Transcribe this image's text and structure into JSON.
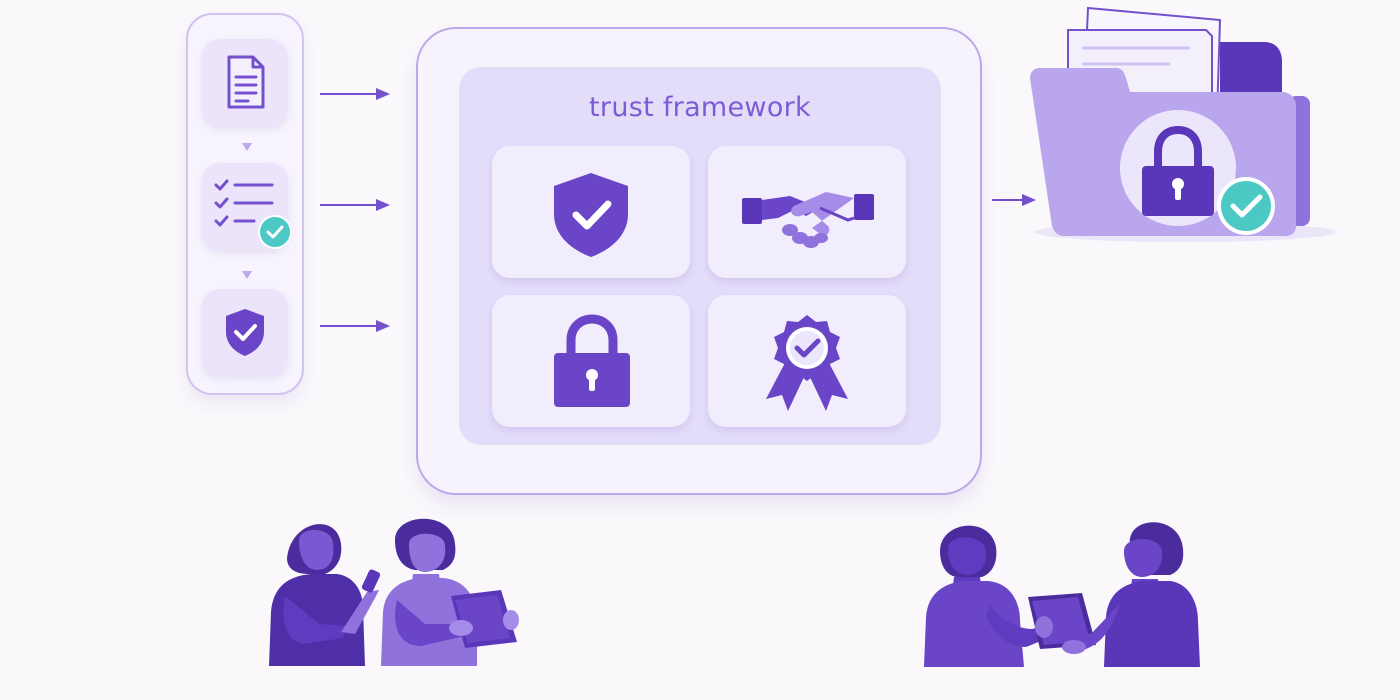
{
  "framework": {
    "title": "trust framework"
  },
  "pipeline": {
    "steps": [
      {
        "icon": "document-icon"
      },
      {
        "icon": "checklist-icon",
        "badge": "check-badge-icon"
      },
      {
        "icon": "shield-check-icon"
      }
    ]
  },
  "framework_tiles": [
    {
      "icon": "shield-check-icon"
    },
    {
      "icon": "handshake-icon"
    },
    {
      "icon": "padlock-icon"
    },
    {
      "icon": "award-badge-icon"
    }
  ],
  "output": {
    "icon": "secure-folder-icon",
    "badge": "check-badge-icon"
  },
  "people_groups": [
    {
      "name": "left-team",
      "people": [
        "person-phone",
        "person-tablet"
      ]
    },
    {
      "name": "right-team",
      "people": [
        "person-listening",
        "person-tablet"
      ]
    }
  ],
  "colors": {
    "primary": "#6a45c7",
    "light_primary": "#8f72dc",
    "pale_primary": "#e4ddfa",
    "teal_accent": "#4cc9c4",
    "background": "#faf8fb"
  }
}
